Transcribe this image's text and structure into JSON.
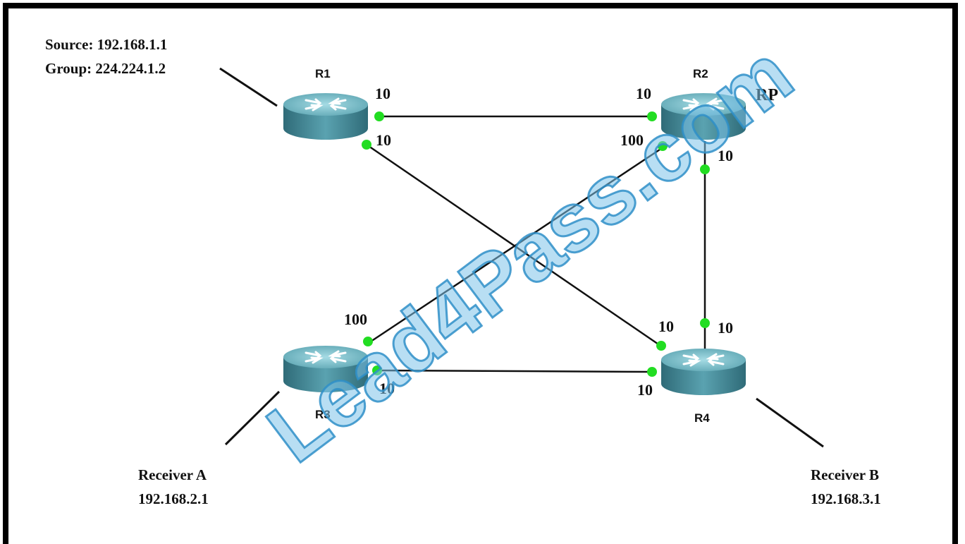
{
  "source": {
    "line1": "Source: 192.168.1.1",
    "line2": "Group: 224.224.1.2"
  },
  "routers": {
    "r1": {
      "name": "R1"
    },
    "r2": {
      "name": "R2",
      "role": "RP"
    },
    "r3": {
      "name": "R3"
    },
    "r4": {
      "name": "R4"
    }
  },
  "receivers": {
    "a": {
      "name": "Receiver A",
      "ip": "192.168.2.1"
    },
    "b": {
      "name": "Receiver B",
      "ip": "192.168.3.1"
    }
  },
  "links": [
    {
      "from": "R1",
      "to": "R2",
      "cost_from": "10",
      "cost_to": "10"
    },
    {
      "from": "R1",
      "to": "R4",
      "cost_from": "10",
      "cost_to": "10"
    },
    {
      "from": "R2",
      "to": "R3",
      "cost_from": "100",
      "cost_to": "100"
    },
    {
      "from": "R2",
      "to": "R4",
      "cost_from": "10",
      "cost_to": "10"
    },
    {
      "from": "R3",
      "to": "R4",
      "cost_from": "10",
      "cost_to": "10"
    }
  ],
  "colors": {
    "router_body": "#4e8f9d",
    "router_top": "#7fc0cc",
    "port": "#22dd22",
    "watermark": "#7ec3ea"
  },
  "watermark": "Lead4Pass.com"
}
